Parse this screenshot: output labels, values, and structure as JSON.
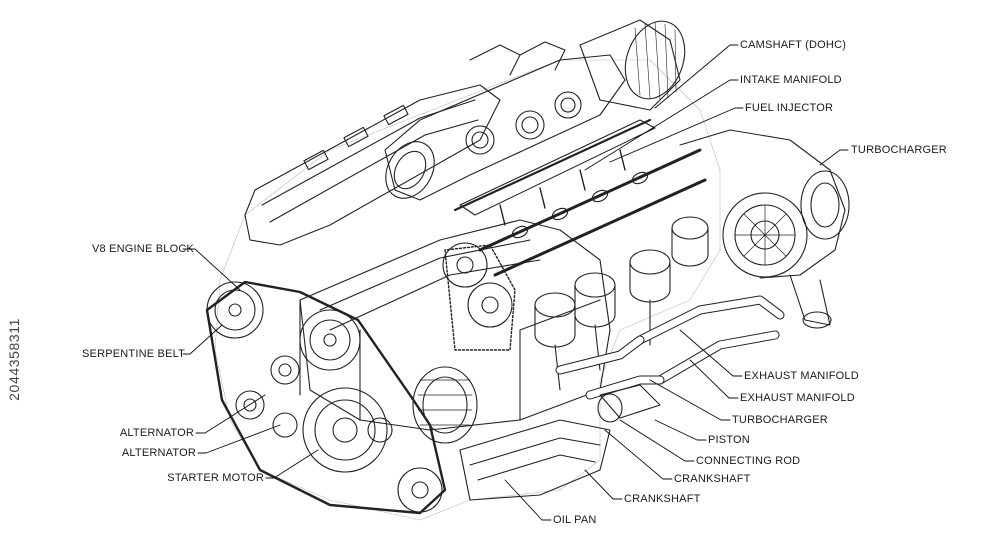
{
  "labels": {
    "camshaft": "CAMSHAFT (DOHC)",
    "intake_manifold": "INTAKE MANIFOLD",
    "fuel_injector": "FUEL INJECTOR",
    "turbocharger_top": "TURBOCHARGER",
    "v8_engine_block": "V8 ENGINE BLOCK",
    "serpentine_belt": "SERPENTINE BELT",
    "alternator_1": "ALTERNATOR",
    "alternator_2": "ALTERNATOR",
    "starter_motor": "STARTER MOTOR",
    "exhaust_manifold_1": "EXHAUST MANIFOLD",
    "exhaust_manifold_2": "EXHAUST MANIFOLD",
    "turbocharger_bottom": "TURBOCHARGER",
    "piston": "PISTON",
    "connecting_rod": "CONNECTING ROD",
    "crankshaft_1": "CRANKSHAFT",
    "crankshaft_2": "CRANKSHAFT",
    "oil_pan": "OIL PAN"
  },
  "stock_id": "2044358311",
  "colors": {
    "ink": "#1a1a1a",
    "background": "#ffffff"
  }
}
